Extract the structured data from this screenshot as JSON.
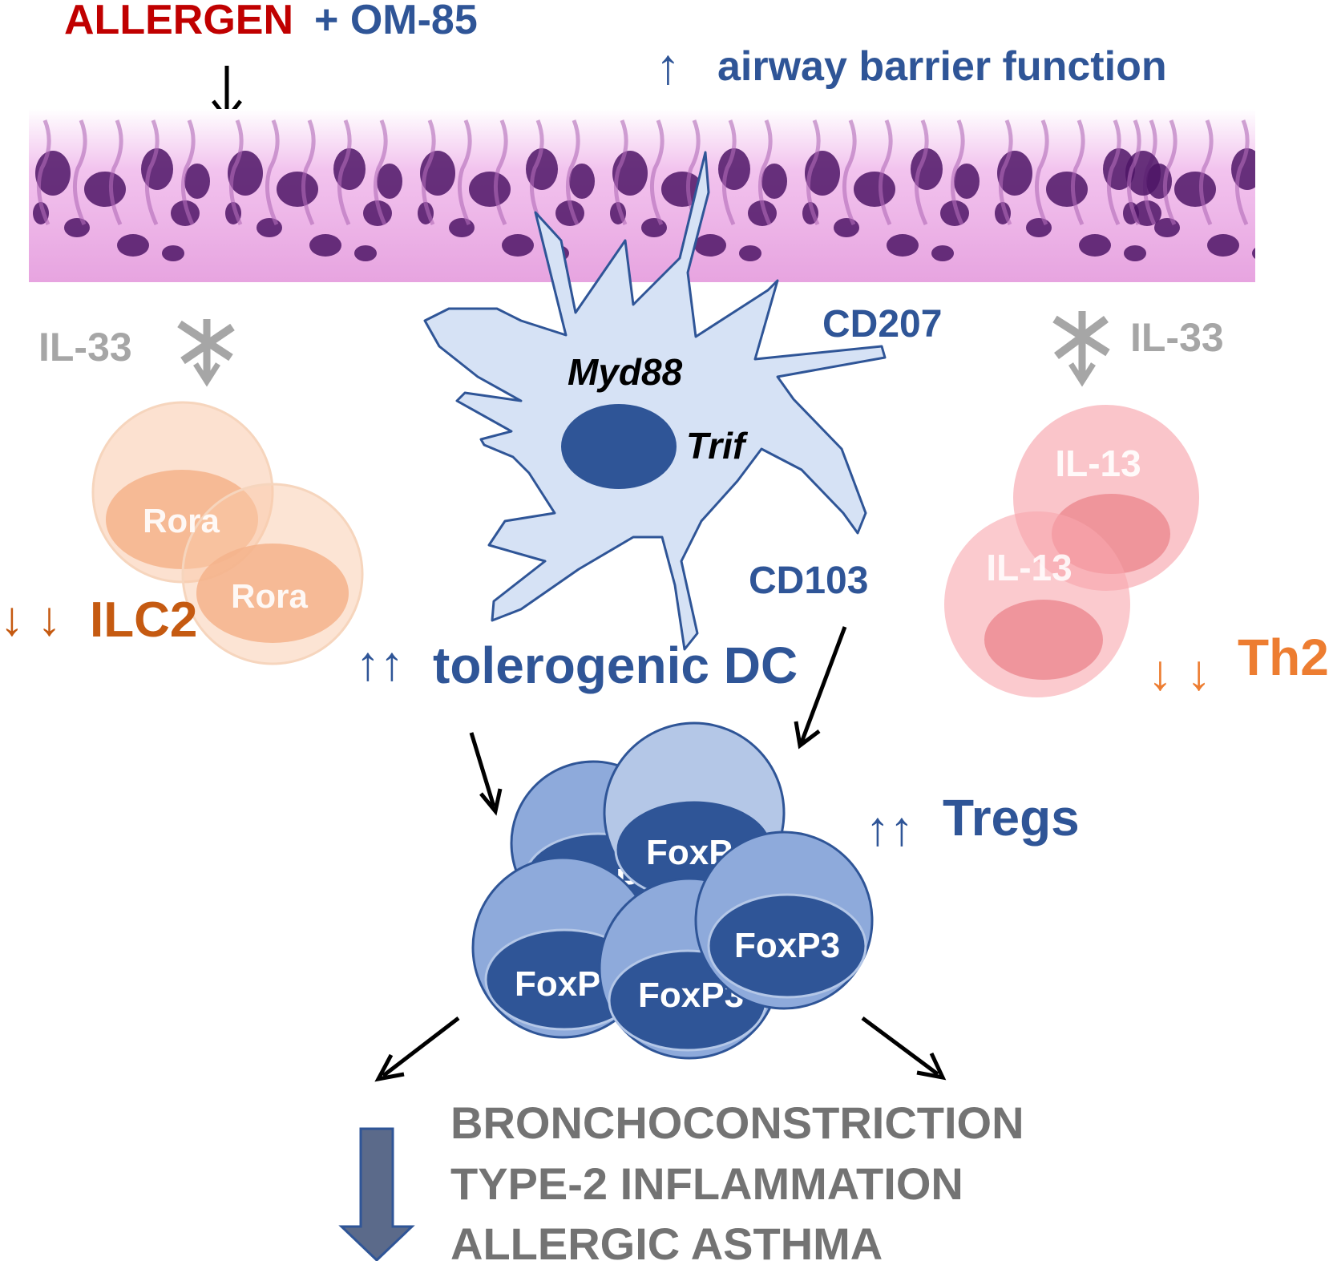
{
  "header": {
    "allergen": "ALLERGEN",
    "plus_om85": "+ OM-85",
    "barrier_arrow": "↑",
    "barrier": "airway barrier function"
  },
  "left": {
    "il33": "IL-33",
    "ilc2_arrows": "↓ ↓",
    "ilc2": "ILC2",
    "cell_label_1": "Rora",
    "cell_label_2": "Rora"
  },
  "right": {
    "il33": "IL-33",
    "th2_arrows": "↓ ↓",
    "th2": "Th2",
    "cell_label_1": "IL-13",
    "cell_label_2": "IL-13"
  },
  "dc": {
    "myd88": "Myd88",
    "trif": "Trif",
    "cd207": "CD207",
    "cd103": "CD103",
    "arrows": "↑↑",
    "label": "tolerogenic DC"
  },
  "tregs": {
    "arrows": "↑↑",
    "label": "Tregs",
    "foxp3_a": "FoxP",
    "foxp3_b": "FoxP",
    "foxp3_c": "FoxP",
    "foxp3_d": "FoxP3",
    "foxp3_e": "FoxP3"
  },
  "outcomes": [
    "BRONCHOCONSTRICTION",
    "TYPE-2 INFLAMMATION",
    "ALLERGIC ASTHMA"
  ],
  "colors": {
    "allergen_red": "#c00000",
    "blue": "#2f5597",
    "grey_text": "#a6a6a6",
    "ilc2_orange": "#c55a11",
    "th2_orange": "#ed7d31",
    "dark_grey": "#737373",
    "epithelium": "#e9a0e2",
    "nucleus": "#5a1a6e"
  },
  "icons": [
    "down-arrow-icon",
    "inhibited-arrow-icon",
    "big-down-arrow-icon"
  ]
}
